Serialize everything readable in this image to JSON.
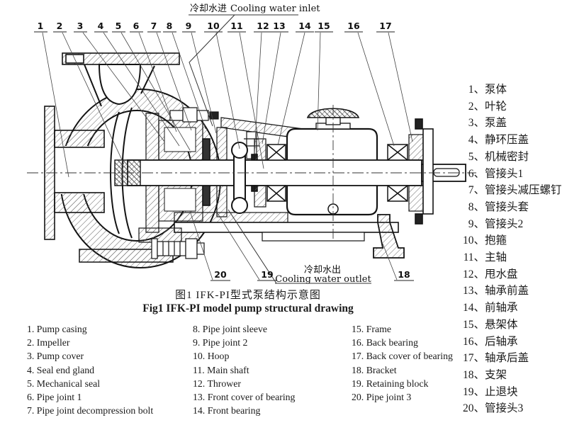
{
  "figure": {
    "title_zh": "图1 IFK-PI型式泵结构示意图",
    "title_en": "Fig1 IFK-PI model pump structural drawing"
  },
  "annotations": {
    "inlet_zh": "冷却水进",
    "inlet_en": "Cooling water inlet",
    "outlet_zh": "冷却水出",
    "outlet_en": "Cooling water outlet"
  },
  "callouts": [
    "1",
    "2",
    "3",
    "4",
    "5",
    "6",
    "7",
    "8",
    "9",
    "10",
    "11",
    "12",
    "13",
    "14",
    "15",
    "16",
    "17",
    "18",
    "19",
    "20"
  ],
  "parts_zh": [
    {
      "num": "1、",
      "label": "泵体"
    },
    {
      "num": "2、",
      "label": "叶轮"
    },
    {
      "num": "3、",
      "label": "泵盖"
    },
    {
      "num": "4、",
      "label": "静环压盖"
    },
    {
      "num": "5、",
      "label": "机械密封"
    },
    {
      "num": "6、",
      "label": "管接头1"
    },
    {
      "num": "7、",
      "label": "管接头减压螺钉"
    },
    {
      "num": "8、",
      "label": "管接头套"
    },
    {
      "num": "9、",
      "label": "管接头2"
    },
    {
      "num": "10、",
      "label": "抱箍"
    },
    {
      "num": "11、",
      "label": "主轴"
    },
    {
      "num": "12、",
      "label": "甩水盘"
    },
    {
      "num": "13、",
      "label": "轴承前盖"
    },
    {
      "num": "14、",
      "label": "前轴承"
    },
    {
      "num": "15、",
      "label": "悬架体"
    },
    {
      "num": "16、",
      "label": "后轴承"
    },
    {
      "num": "17、",
      "label": "轴承后盖"
    },
    {
      "num": "18、",
      "label": "支架"
    },
    {
      "num": "19、",
      "label": "止退块"
    },
    {
      "num": "20、",
      "label": "管接头3"
    }
  ],
  "parts_en_col1": [
    "1. Pump casing",
    "2. Impeller",
    "3. Pump cover",
    "4. Seal end gland",
    "5. Mechanical seal",
    "6. Pipe joint 1",
    "7. Pipe joint decompression bolt"
  ],
  "parts_en_col2": [
    "8. Pipe joint sleeve",
    "9. Pipe joint 2",
    "10. Hoop",
    "11. Main shaft",
    "12. Thrower",
    "13. Front cover of bearing",
    "14. Front bearing"
  ],
  "parts_en_col3": [
    "15. Frame",
    "16. Back bearing",
    "17. Back cover of bearing",
    "18. Bracket",
    "19. Retaining block",
    "20. Pipe joint 3"
  ]
}
